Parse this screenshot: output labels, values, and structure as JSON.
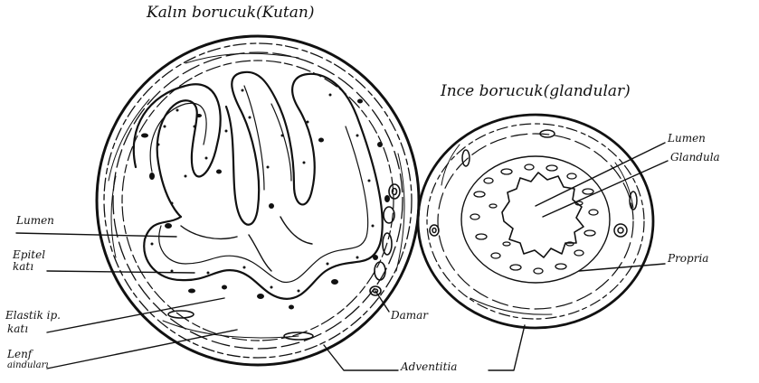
{
  "labels": {
    "thick_tube_title": "Kalın borucuk(Kutan)",
    "thin_tube_title": "Ince borucuk(glandular)",
    "lumen_left": "Lumen",
    "epitel_line1": "Epitel",
    "epitel_line2": "katı",
    "elastik_line1": "Elastik ip.",
    "elastik_line2": "katı",
    "lenf_line1": "Lenf",
    "lenf_line2": "ainduları",
    "lumen_right": "Lumen",
    "glandula": "Glandula",
    "propria": "Propria",
    "damar": "Damar",
    "adventitia": "Adventitia"
  },
  "colors": {
    "ink": "#111111",
    "background": "#ffffff"
  }
}
